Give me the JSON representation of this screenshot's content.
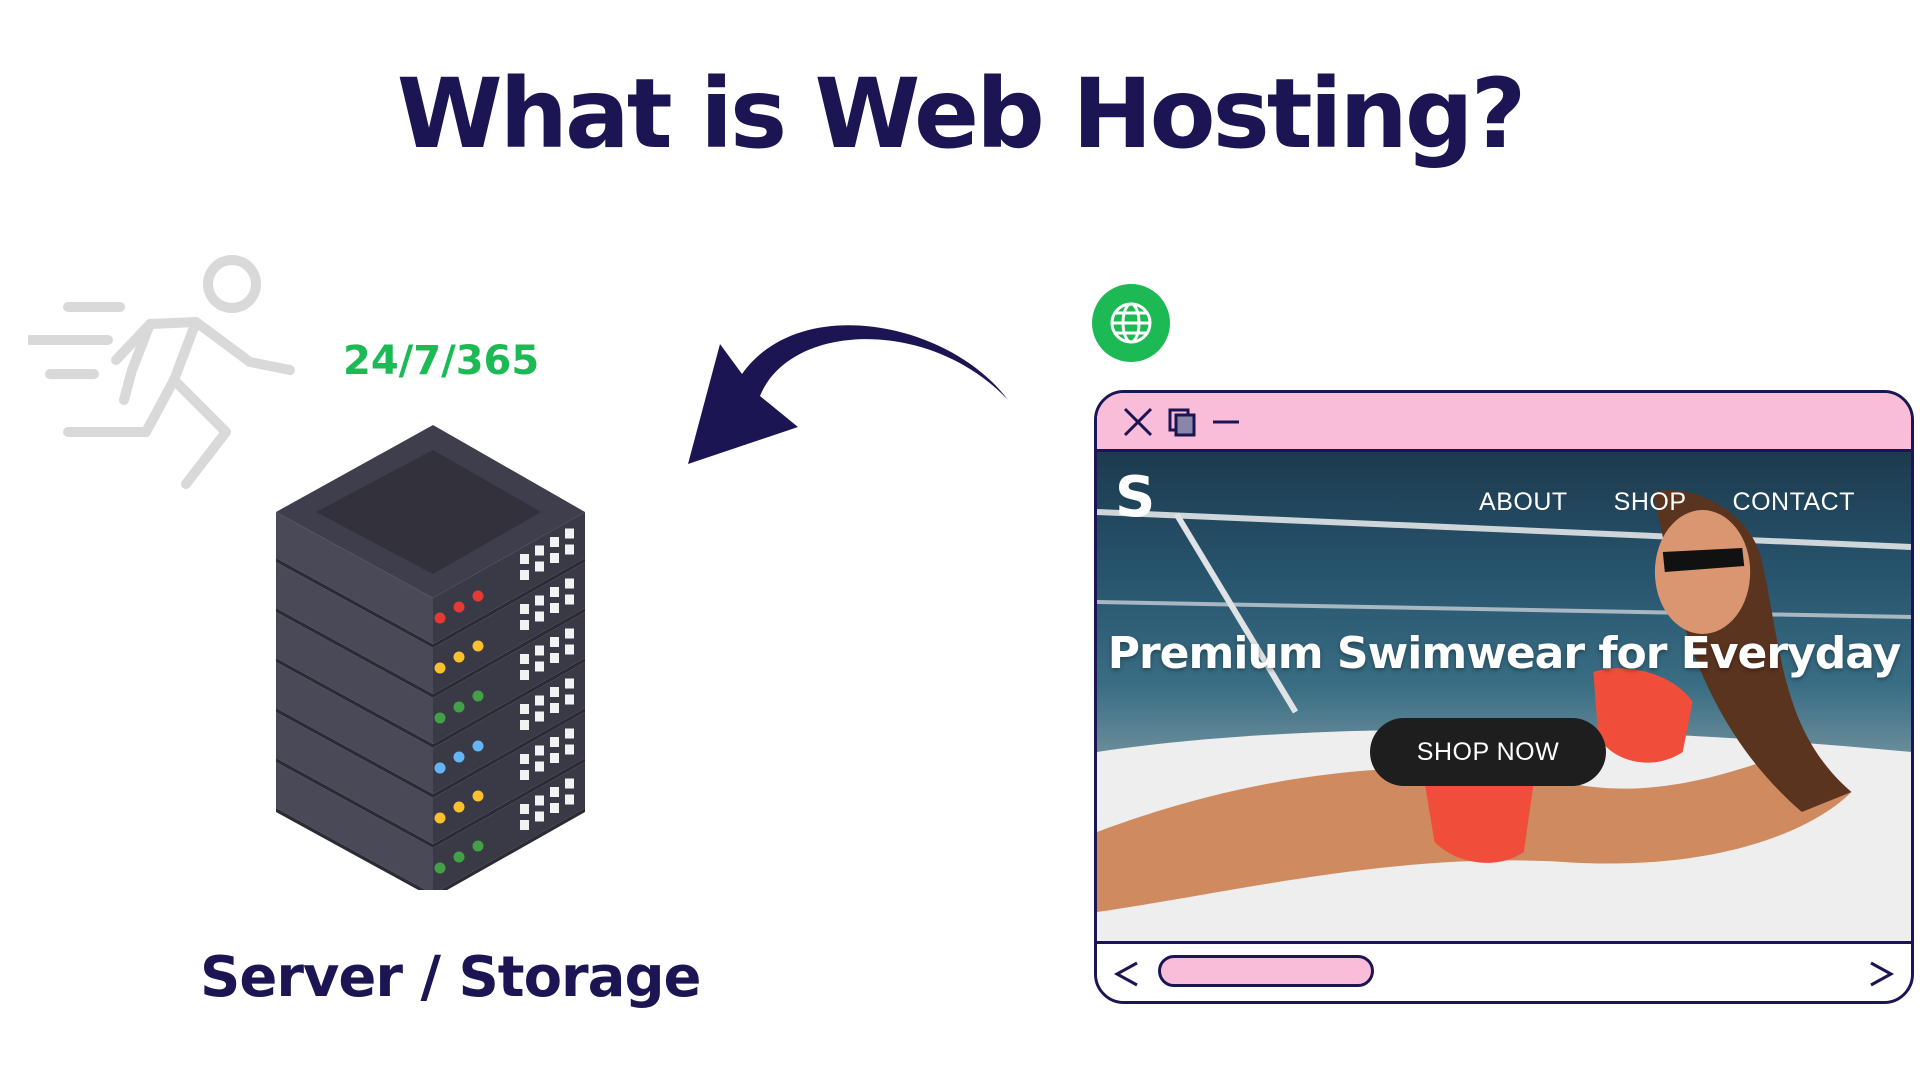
{
  "title": "What is Web Hosting?",
  "server_panel": {
    "uptime": "24/7/365",
    "label": "Server / Storage",
    "icons": [
      "running-person-icon",
      "server-stack-icon"
    ],
    "led_colors": [
      "#e53935",
      "#fbc02d",
      "#43a047",
      "#64b5f6",
      "#fbc02d",
      "#43a047"
    ]
  },
  "connector": {
    "icon": "curved-arrow-left-icon",
    "color": "#1b1553"
  },
  "browser": {
    "badge_icon": "globe-icon",
    "window_controls": [
      "close-icon",
      "restore-icon",
      "minimize-icon"
    ],
    "site": {
      "logo": "S",
      "nav": [
        "ABOUT",
        "SHOP",
        "CONTACT"
      ],
      "hero_heading": "Premium Swimwear for Everyday",
      "cta": "SHOP NOW"
    },
    "scroll_controls": [
      "chevron-left-icon",
      "chevron-right-icon"
    ]
  },
  "colors": {
    "navy": "#1b1553",
    "green": "#1db954",
    "pink": "#f9bdd9",
    "server_dark": "#3a3a46"
  }
}
